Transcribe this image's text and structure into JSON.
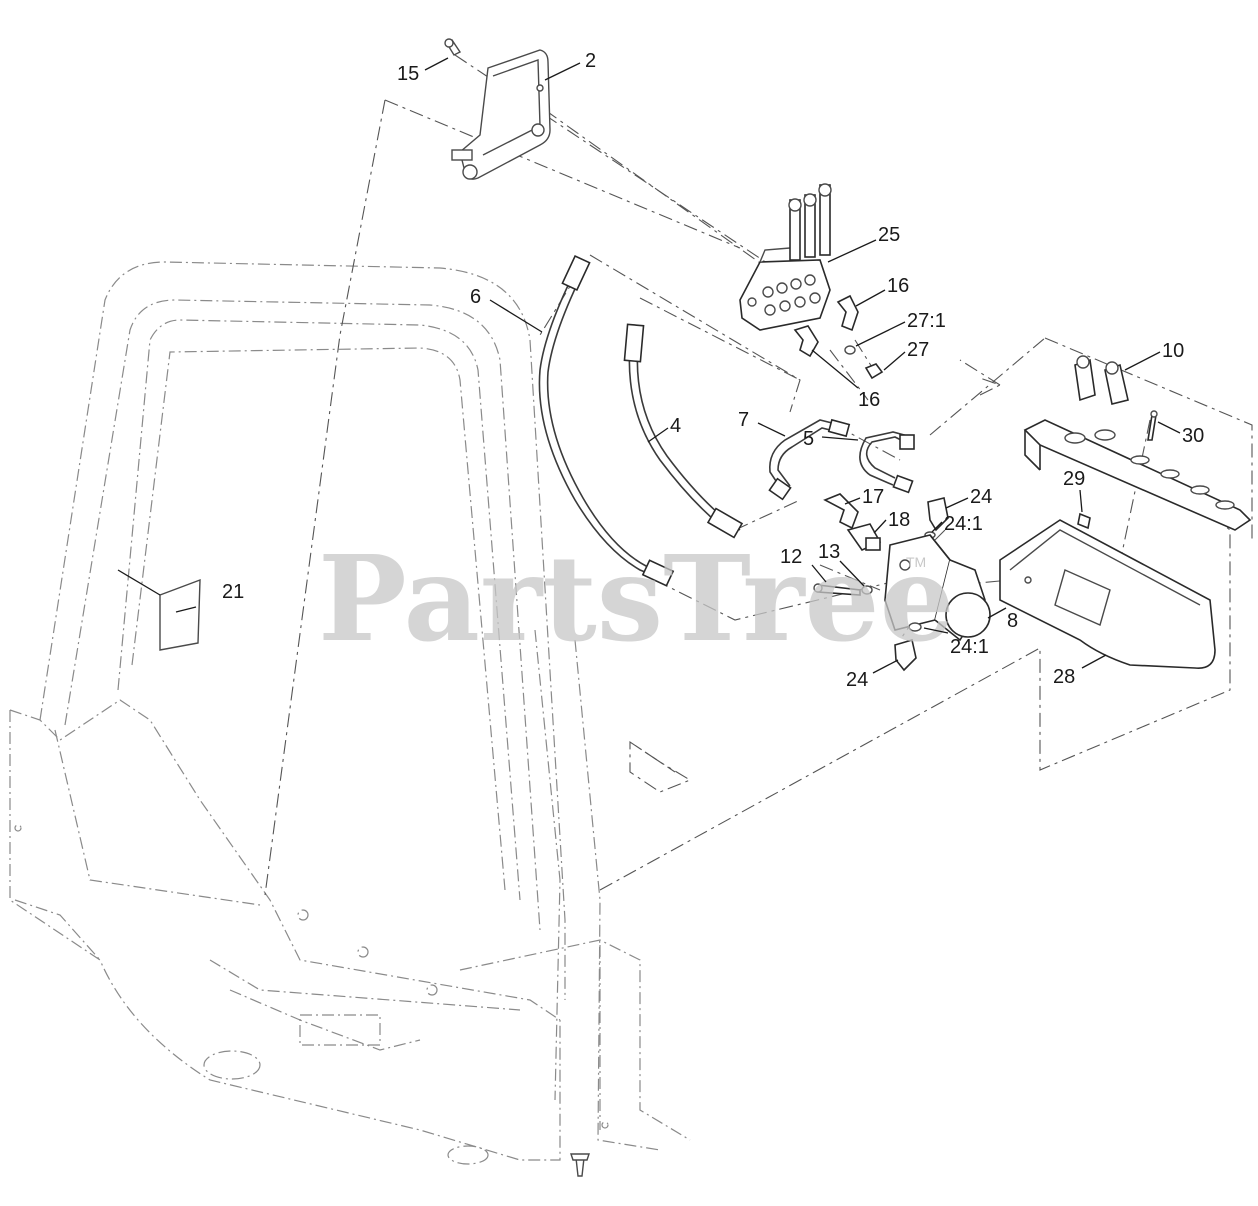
{
  "watermark": {
    "brand": "PartsTree",
    "trademark": "TM"
  },
  "callouts": [
    {
      "id": "c15",
      "label": "15"
    },
    {
      "id": "c2",
      "label": "2"
    },
    {
      "id": "c25",
      "label": "25"
    },
    {
      "id": "c6",
      "label": "6"
    },
    {
      "id": "c16a",
      "label": "16"
    },
    {
      "id": "c27_1",
      "label": "27:1"
    },
    {
      "id": "c27",
      "label": "27"
    },
    {
      "id": "c16b",
      "label": "16"
    },
    {
      "id": "c10",
      "label": "10"
    },
    {
      "id": "c4",
      "label": "4"
    },
    {
      "id": "c7",
      "label": "7"
    },
    {
      "id": "c30",
      "label": "30"
    },
    {
      "id": "c5",
      "label": "5"
    },
    {
      "id": "c29",
      "label": "29"
    },
    {
      "id": "c17",
      "label": "17"
    },
    {
      "id": "c24a",
      "label": "24"
    },
    {
      "id": "c18",
      "label": "18"
    },
    {
      "id": "c24_1a",
      "label": "24:1"
    },
    {
      "id": "c12",
      "label": "12"
    },
    {
      "id": "c13",
      "label": "13"
    },
    {
      "id": "c21",
      "label": "21"
    },
    {
      "id": "c8",
      "label": "8"
    },
    {
      "id": "c24_1b",
      "label": "24:1"
    },
    {
      "id": "c28",
      "label": "28"
    },
    {
      "id": "c24b",
      "label": "24"
    }
  ]
}
